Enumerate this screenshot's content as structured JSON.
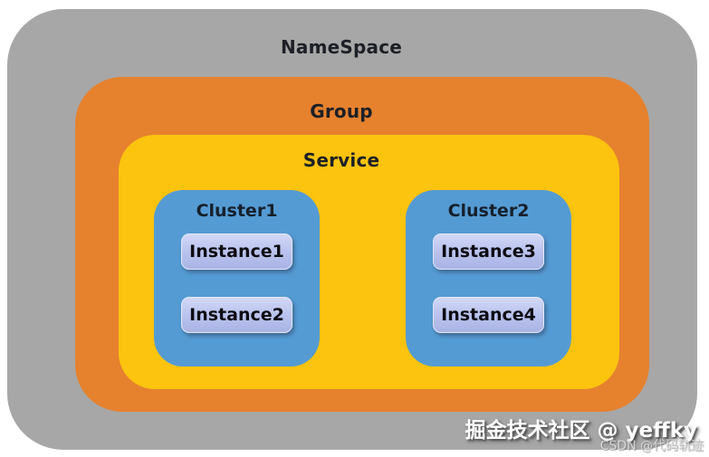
{
  "diagram": {
    "namespace_label": "NameSpace",
    "group_label": "Group",
    "service_label": "Service",
    "clusters": [
      {
        "label": "Cluster1",
        "instances": [
          "Instance1",
          "Instance2"
        ]
      },
      {
        "label": "Cluster2",
        "instances": [
          "Instance3",
          "Instance4"
        ]
      }
    ]
  },
  "watermark": {
    "primary": "掘金技术社区 @ yeffky",
    "secondary": "CSDN @代码轨迹"
  },
  "colors": {
    "namespace_bg": "#a7a7a7",
    "group_bg": "#e6812e",
    "service_bg": "#fcc30f",
    "cluster_bg": "#559bd3",
    "instance_bg": "#bcc5ef",
    "label_text": "#1c2026",
    "watermark_text": "#ffffff"
  }
}
